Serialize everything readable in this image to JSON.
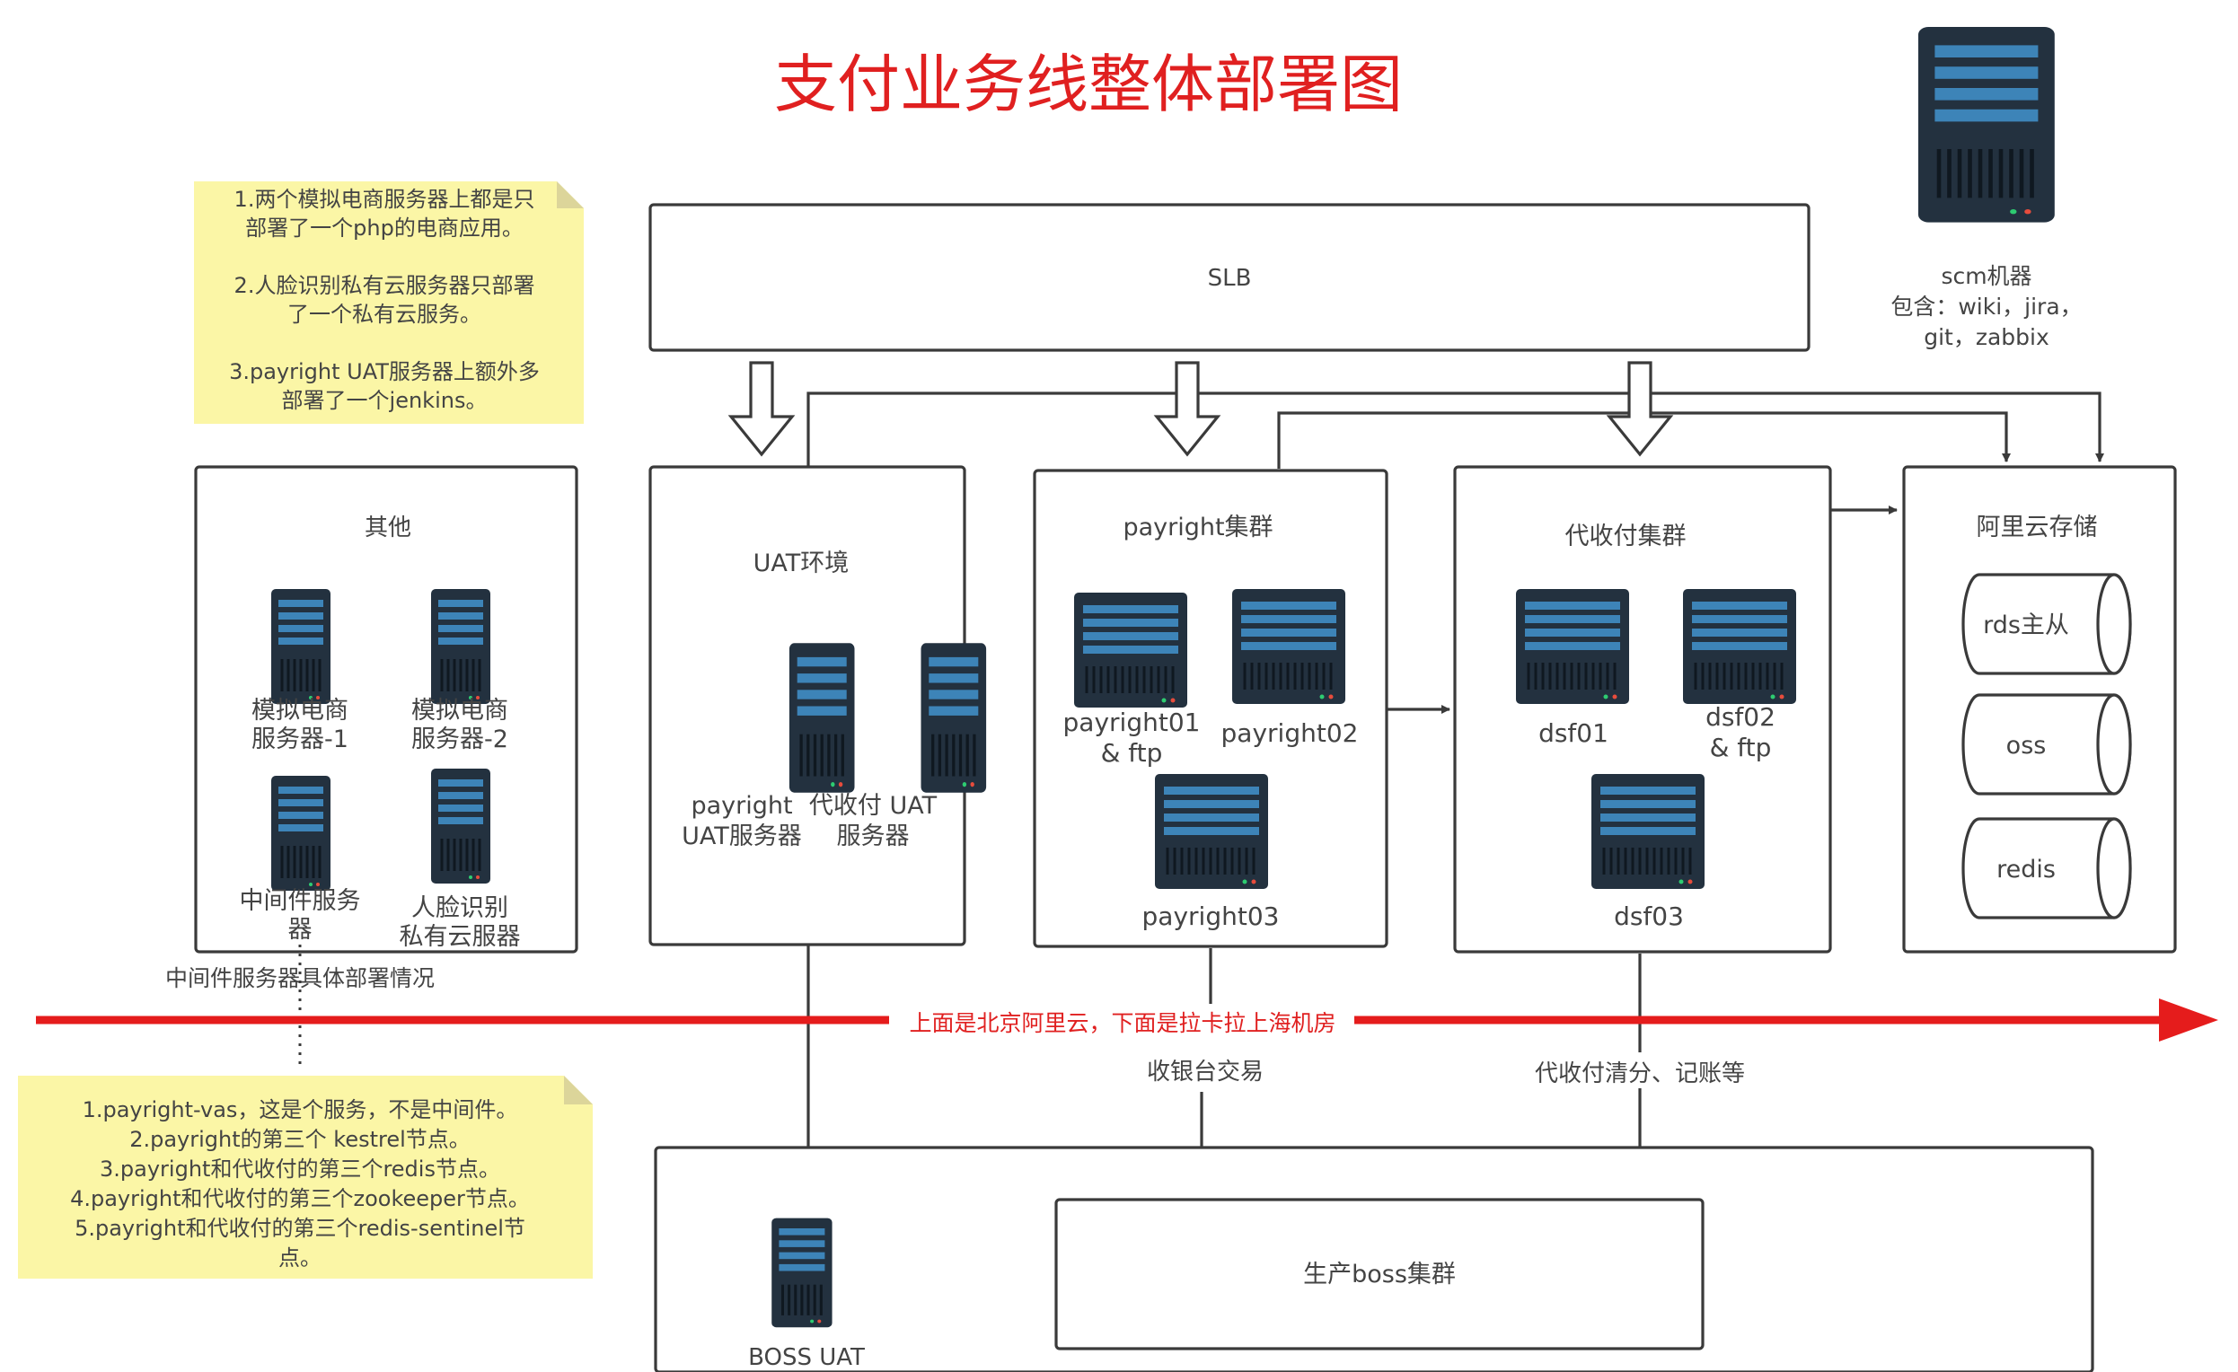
{
  "title": "支付业务线整体部署图",
  "colors": {
    "title": "#e02020",
    "divider": "#e51c1c",
    "note_bg": "#fbf6a6",
    "server_body": "#23313f",
    "server_screen": "#3d84b8",
    "border": "#3a3a3a"
  },
  "notes": {
    "top": [
      "1.两个模拟电商服务器上都是只",
      "部署了一个php的电商应用。",
      "",
      "2.人脸识别私有云服务器只部署",
      "了一个私有云服务。",
      "",
      "3.payright UAT服务器上额外多",
      "部署了一个jenkins。"
    ],
    "bottom": [
      "1.payright-vas，这是个服务，不是中间件。",
      "2.payright的第三个 kestrel节点。",
      "3.payright和代收付的第三个redis节点。",
      "4.payright和代收付的第三个zookeeper节点。",
      "5.payright和代收付的第三个redis-sentinel节",
      "点。"
    ]
  },
  "middleware_caption": "中间件服务器具体部署情况",
  "scm": {
    "lines": [
      "scm机器",
      "包含：wiki，jira，",
      "git，zabbix"
    ]
  },
  "slb": {
    "label": "SLB"
  },
  "groups": {
    "other": {
      "title": "其他",
      "servers": [
        {
          "lines": [
            "模拟电商",
            "服务器-1"
          ],
          "icon": "server-icon"
        },
        {
          "lines": [
            "模拟电商",
            "服务器-2"
          ],
          "icon": "server-icon"
        },
        {
          "lines": [
            "中间件服务",
            "器"
          ],
          "icon": "server-icon"
        },
        {
          "lines": [
            "人脸识别",
            "私有云服器"
          ],
          "icon": "server-icon"
        }
      ]
    },
    "uat": {
      "title": "UAT环境",
      "servers": [
        {
          "lines": [
            "payright",
            "UAT服务器"
          ],
          "icon": "server-icon"
        },
        {
          "lines": [
            "代收付 UAT",
            "服务器"
          ],
          "icon": "server-icon"
        }
      ]
    },
    "payright": {
      "title": "payright集群",
      "servers": [
        {
          "lines": [
            "payright01",
            "& ftp"
          ],
          "icon": "server-icon"
        },
        {
          "lines": [
            "payright02"
          ],
          "icon": "server-icon"
        },
        {
          "lines": [
            "payright03"
          ],
          "icon": "server-icon"
        }
      ]
    },
    "dsf": {
      "title": "代收付集群",
      "servers": [
        {
          "lines": [
            "dsf01"
          ],
          "icon": "server-icon"
        },
        {
          "lines": [
            "dsf02",
            "& ftp"
          ],
          "icon": "server-icon"
        },
        {
          "lines": [
            "dsf03"
          ],
          "icon": "server-icon"
        }
      ]
    },
    "storage": {
      "title": "阿里云存储",
      "items": [
        "rds主从",
        "oss",
        "redis"
      ]
    }
  },
  "divider": {
    "label": "上面是北京阿里云，下面是拉卡拉上海机房"
  },
  "edges": {
    "cashier": "收银台交易",
    "settlement": "代收付清分、记账等"
  },
  "bottom": {
    "boss_uat": "BOSS UAT",
    "boss_cluster": "生产boss集群"
  }
}
